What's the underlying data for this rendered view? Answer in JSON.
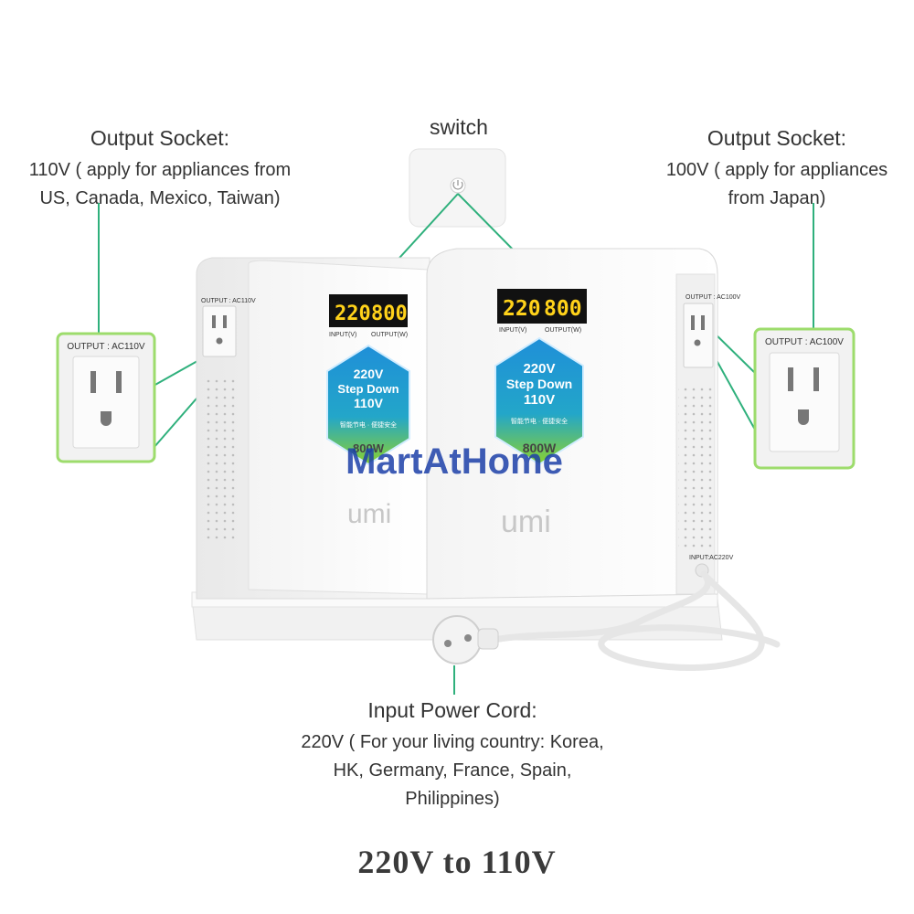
{
  "callouts": {
    "switch_label": "switch",
    "left": {
      "title": "Output Socket:",
      "line1": "110V ( apply for appliances from",
      "line2": "US, Canada, Mexico, Taiwan)"
    },
    "right": {
      "title": "Output Socket:",
      "line1": "100V ( apply for appliances",
      "line2": "from Japan)"
    },
    "bottom": {
      "title": "Input Power Cord:",
      "line1": "220V (  For your living country:  Korea,",
      "line2": "HK, Germany, France, Spain,",
      "line3": "Philippines)"
    }
  },
  "devices": {
    "lcd_input": "220",
    "lcd_output": "800",
    "lcd_input_label": "INPUT(V)",
    "lcd_output_label": "OUTPUT(W)",
    "badge_line1": "220V",
    "badge_line2": "Step Down",
    "badge_line3": "110V",
    "badge_cn": "智能节电 · 便捷安全",
    "badge_power": "800W",
    "brand": "umi",
    "left_side_label": "OUTPUT : AC110V",
    "right_side_label": "OUTPUT : AC100V",
    "input_label": "INPUT:AC220V"
  },
  "inset_left_label": "OUTPUT : AC110V",
  "inset_right_label": "OUTPUT : AC100V",
  "watermark": "MartAtHome",
  "footer": "220V to 110V",
  "colors": {
    "callout_line": "#2fb07c",
    "inset_border": "#9ddc6c",
    "badge_blue": "#1f8fd8",
    "badge_green": "#8bd12e",
    "lcd_digit": "#ffd21a",
    "watermark": "#1c3fa8"
  }
}
